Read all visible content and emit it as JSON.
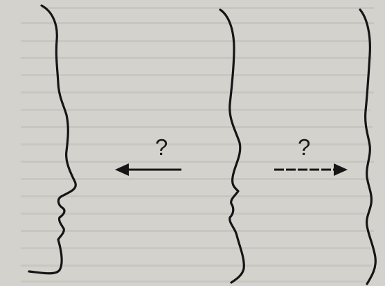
{
  "figure": {
    "background_color": "#d3d2cc",
    "ink_color": "#151515",
    "question_marks": [
      "?",
      "?"
    ],
    "arrows": [
      {
        "direction": "left"
      },
      {
        "direction": "right"
      }
    ],
    "profiles": [
      "left-face-profile",
      "middle-face-profile",
      "right-face-profile"
    ]
  }
}
